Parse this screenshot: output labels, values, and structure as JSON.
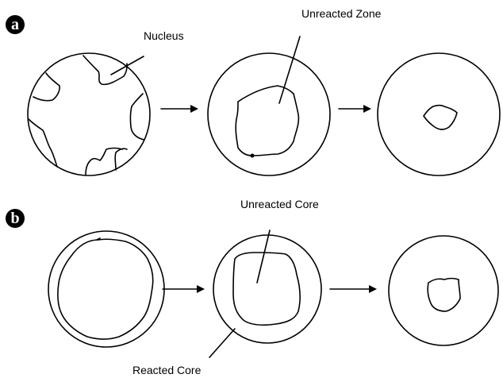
{
  "panel_a": {
    "badge": "a",
    "nucleus_label": "Nucleus",
    "unreacted_zone_label": "Unreacted Zone"
  },
  "panel_b": {
    "badge": "b",
    "unreacted_core_label": "Unreacted Core",
    "reacted_core_label": "Reacted Core"
  }
}
